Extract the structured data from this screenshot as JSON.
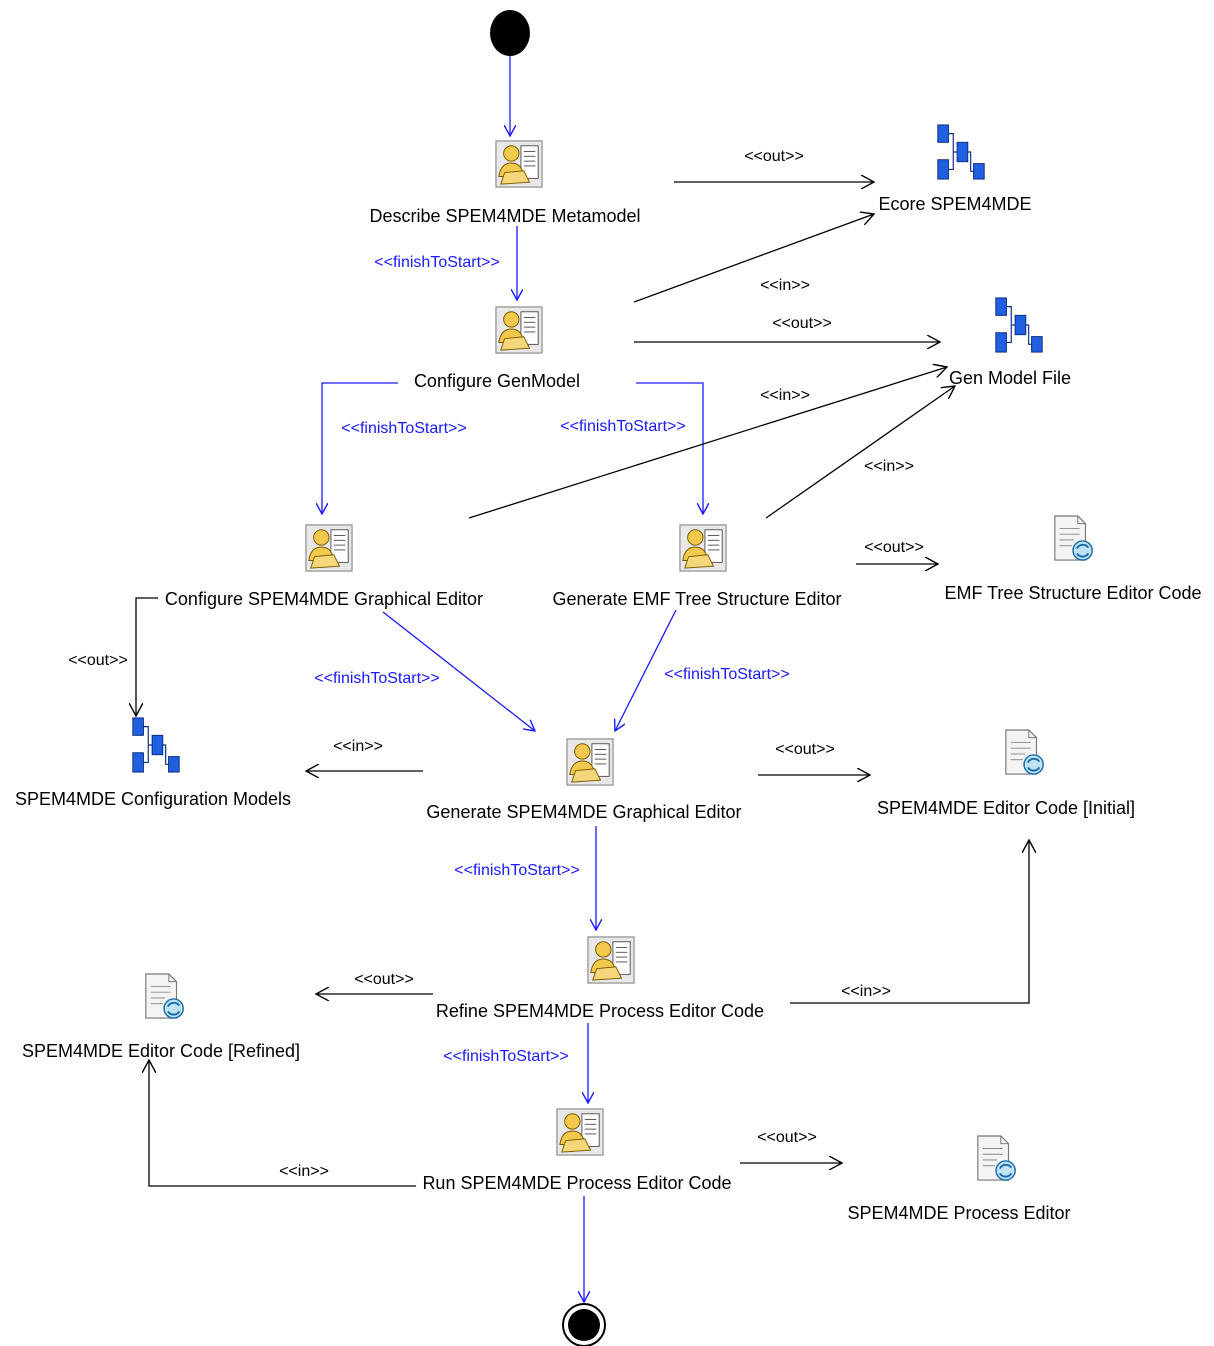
{
  "colors": {
    "control_flow": "#1a1aff",
    "data_flow": "#000000",
    "node_text": "#000000",
    "start_node": "#000000"
  },
  "activities": {
    "describe": "Describe SPEM4MDE Metamodel",
    "configure_genmodel": "Configure  GenModel",
    "configure_graphical": "Configure SPEM4MDE Graphical Editor",
    "generate_emf": "Generate EMF Tree Structure Editor",
    "generate_graphical": "Generate SPEM4MDE Graphical Editor",
    "refine": "Refine SPEM4MDE Process Editor Code",
    "run": "Run SPEM4MDE Process Editor Code"
  },
  "artifacts": {
    "ecore": "Ecore SPEM4MDE",
    "genmodel_file": "Gen Model File",
    "emf_tree_code": "EMF Tree Structure Editor Code",
    "config_models": "SPEM4MDE Configuration Models",
    "editor_code_initial": "SPEM4MDE Editor Code [Initial]",
    "editor_code_refined": "SPEM4MDE Editor Code [Refined]",
    "process_editor": "SPEM4MDE Process  Editor"
  },
  "stereotypes": {
    "out": "<<out>>",
    "in": "<<in>>",
    "finish_to_start": "<<finishToStart>>"
  }
}
